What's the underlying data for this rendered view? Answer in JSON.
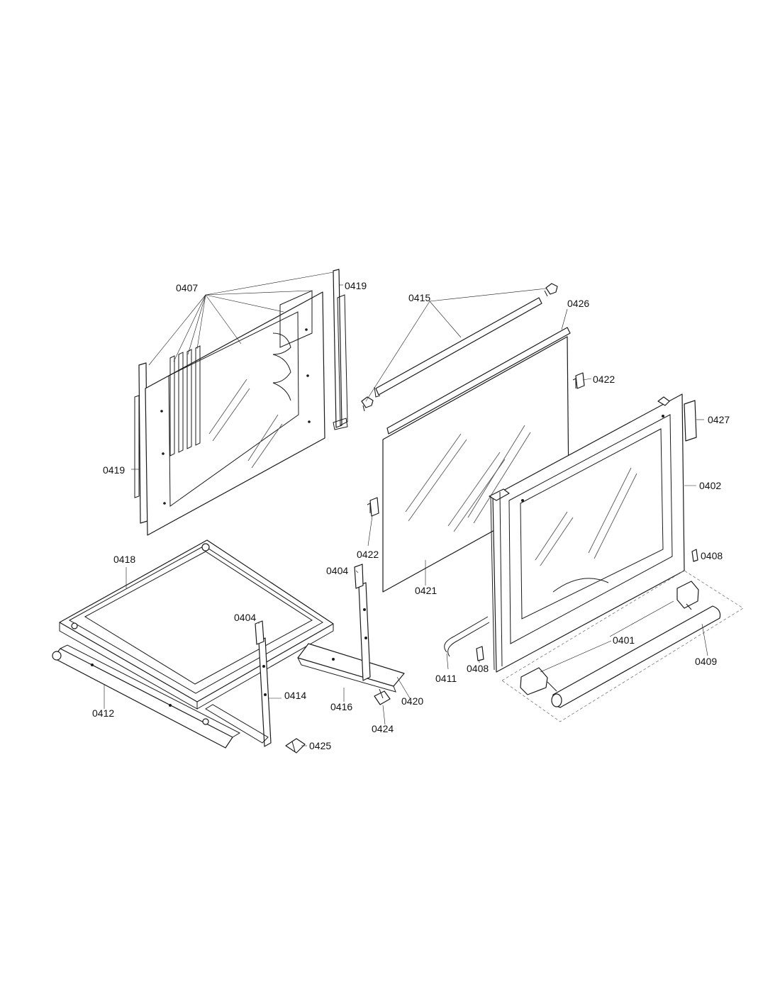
{
  "labels": {
    "p0401": "0401",
    "p0402": "0402",
    "p0404a": "0404",
    "p0404b": "0404",
    "p0407": "0407",
    "p0408a": "0408",
    "p0408b": "0408",
    "p0409": "0409",
    "p0411": "0411",
    "p0412": "0412",
    "p0414": "0414",
    "p0415": "0415",
    "p0416": "0416",
    "p0418": "0418",
    "p0419a": "0419",
    "p0419b": "0419",
    "p0420": "0420",
    "p0421": "0421",
    "p0422a": "0422",
    "p0422b": "0422",
    "p0424": "0424",
    "p0425": "0425",
    "p0426": "0426",
    "p0427": "0427"
  }
}
